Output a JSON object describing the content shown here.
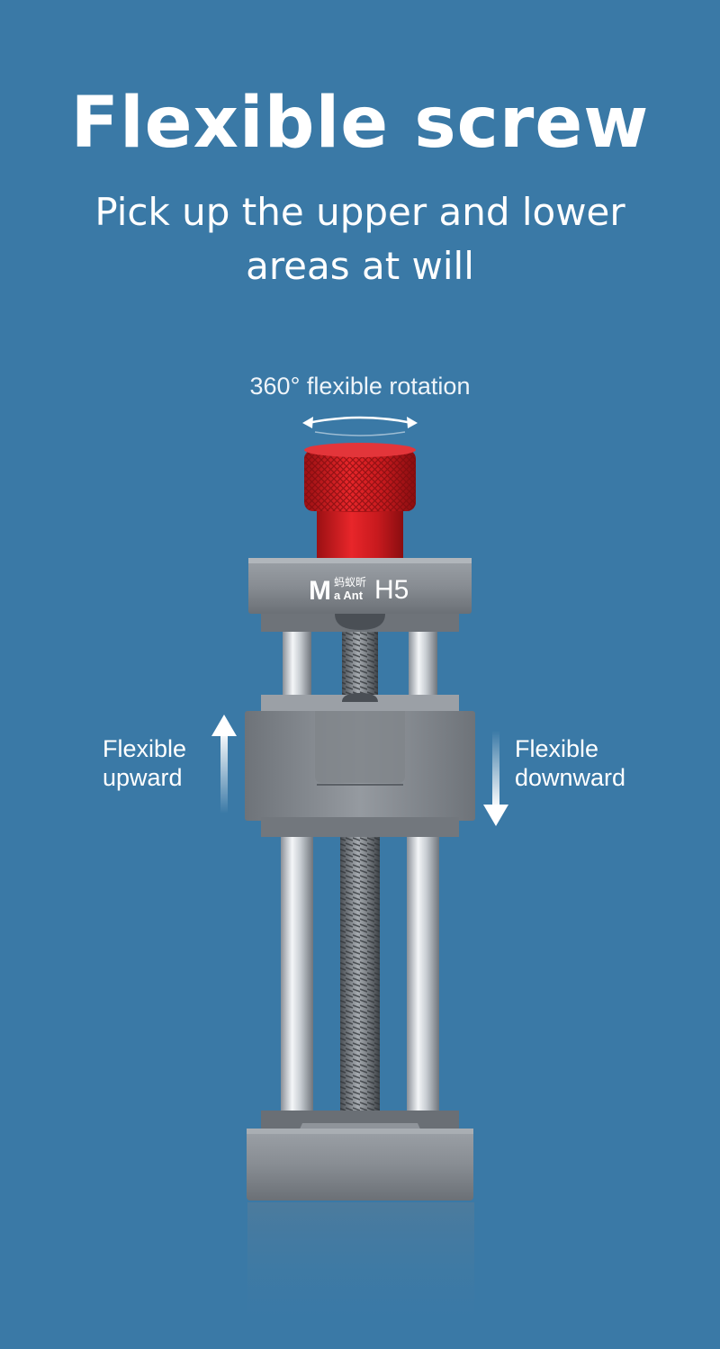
{
  "headline": "Flexible screw",
  "subtitle": {
    "line1": "Pick up the upper and lower",
    "line2": "areas at will"
  },
  "rotation": {
    "label": "360° flexible rotation"
  },
  "labels": {
    "up": {
      "line1": "Flexible",
      "line2": "upward"
    },
    "down": {
      "line1": "Flexible",
      "line2": "downward"
    }
  },
  "product": {
    "brand_cn": "蚂蚁昕",
    "brand_m": "M",
    "brand_ant": "a Ant",
    "model": "H5"
  },
  "colors": {
    "background": "#3a79a6",
    "knob_red": "#d81e22",
    "metal": "#8b9096"
  },
  "icons": {
    "rotation_arrow": "double-headed-curved-arrow",
    "up_arrow": "arrow-up",
    "down_arrow": "arrow-down"
  }
}
